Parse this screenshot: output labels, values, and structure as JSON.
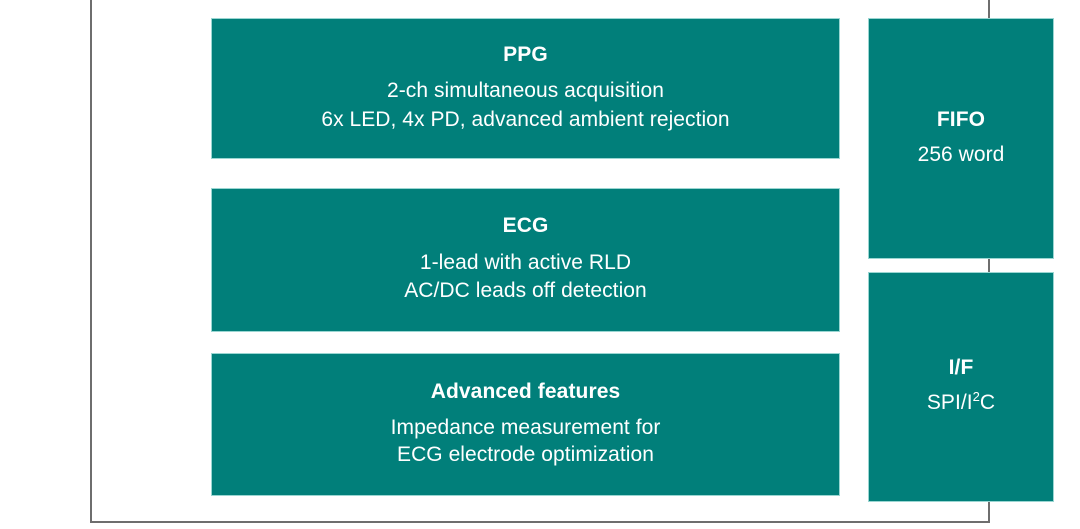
{
  "diagram": {
    "frame": {
      "border_color": "#6e6e6e",
      "background": "#ffffff"
    },
    "block_color": "#017f7a",
    "text_color": "#ffffff",
    "left_column": [
      {
        "id": "ppg",
        "title": "PPG",
        "lines": [
          "2-ch simultaneous acquisition",
          "6x LED, 4x PD, advanced ambient rejection"
        ]
      },
      {
        "id": "ecg",
        "title": "ECG",
        "lines": [
          "1-lead with active RLD",
          "AC/DC leads off detection"
        ]
      },
      {
        "id": "advanced",
        "title": "Advanced features",
        "lines": [
          "Impedance measurement for",
          "ECG electrode optimization"
        ]
      }
    ],
    "right_column": [
      {
        "id": "fifo",
        "title": "FIFO",
        "lines": [
          "256 word"
        ]
      },
      {
        "id": "if",
        "title": "I/F",
        "lines_html": [
          "SPI/I<sup>2</sup>C"
        ],
        "lines": [
          "SPI/I2C"
        ]
      }
    ]
  }
}
